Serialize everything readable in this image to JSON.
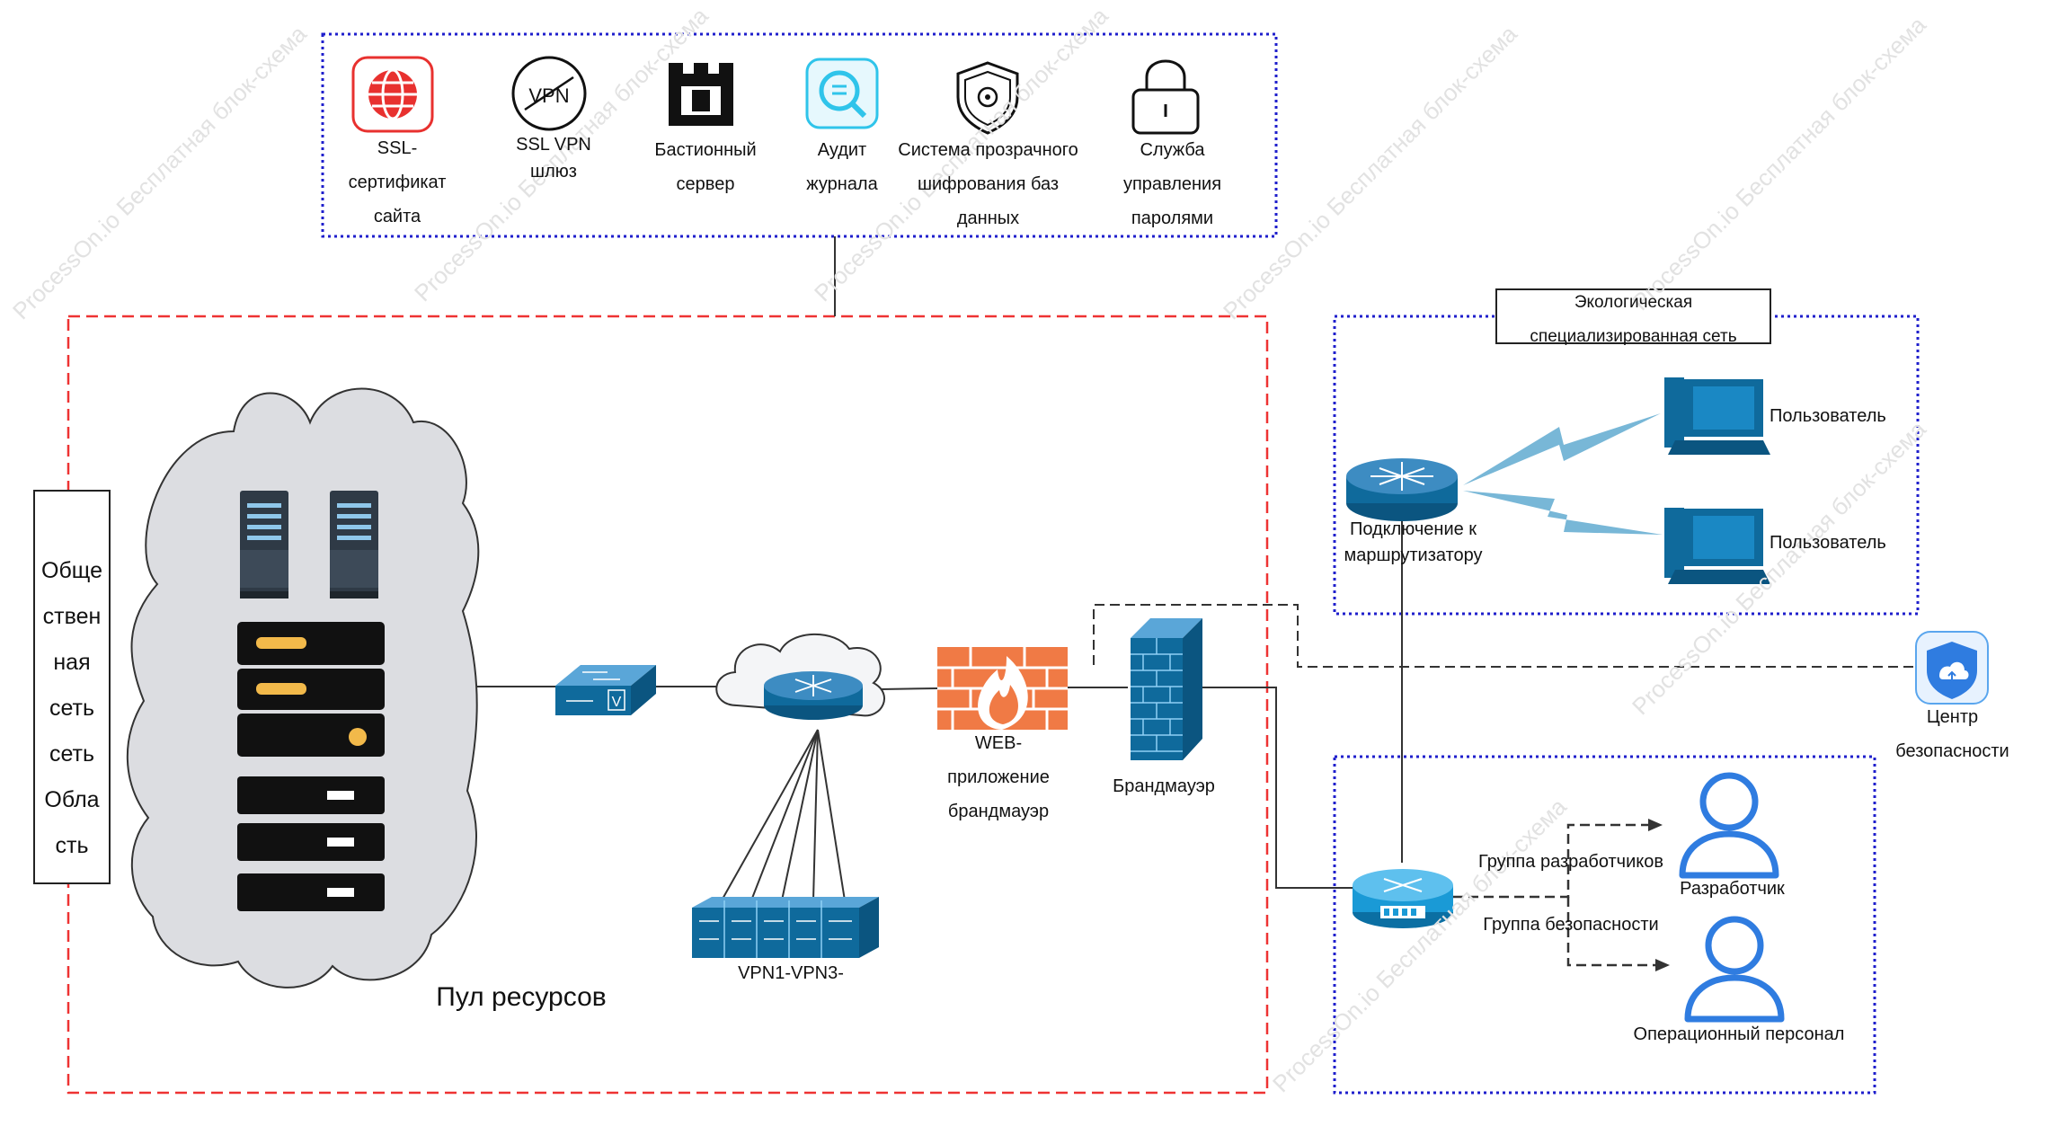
{
  "top_tools": [
    {
      "label": "SSL-\nсертификат\nсайта",
      "icon": "ssl-globe-icon"
    },
    {
      "label": "SSL VPN\nшлюз",
      "icon": "vpn-icon"
    },
    {
      "label": "Бастионный\nсервер",
      "icon": "castle-icon"
    },
    {
      "label": "Аудит\nжурнала",
      "icon": "audit-log-icon"
    },
    {
      "label": "Система прозрачного\nшифрования баз\nданных",
      "icon": "shield-lock-icon"
    },
    {
      "label": "Служба\nуправления\nпаролями",
      "icon": "padlock-icon"
    }
  ],
  "public_cloud": {
    "label": "Обще\nствен\nная\nсеть\nсеть\nОбла\nсть"
  },
  "resource_pool": {
    "label": "Пул ресурсов"
  },
  "vpn": {
    "label": "VPN1-VPN3-"
  },
  "waf": {
    "label": "WEB-\nприложение\nбрандмауэр"
  },
  "firewall": {
    "label": "Брандмауэр"
  },
  "eco_network": {
    "title": "Экологическая\nспециализированная сеть",
    "router_label": "Подключение к\nмаршрутизатору",
    "users": [
      "Пользователь",
      "Пользователь"
    ]
  },
  "security_center": {
    "label": "Центр\nбезопасности"
  },
  "groups": {
    "dev_group": "Группа разработчиков",
    "sec_group": "Группа безопасности",
    "developer": "Разработчик",
    "ops": "Операционный персонал"
  },
  "watermark": "ProcessOn.io Бесплатная блок-схема",
  "colors": {
    "blue_dotted": "#1f1fcc",
    "red_dashed": "#ee3333",
    "device_blue": "#0f6a9c",
    "firewall_orange": "#f07a45",
    "person_blue": "#2f7ce0",
    "cloud_fill": "#dcdde1"
  }
}
